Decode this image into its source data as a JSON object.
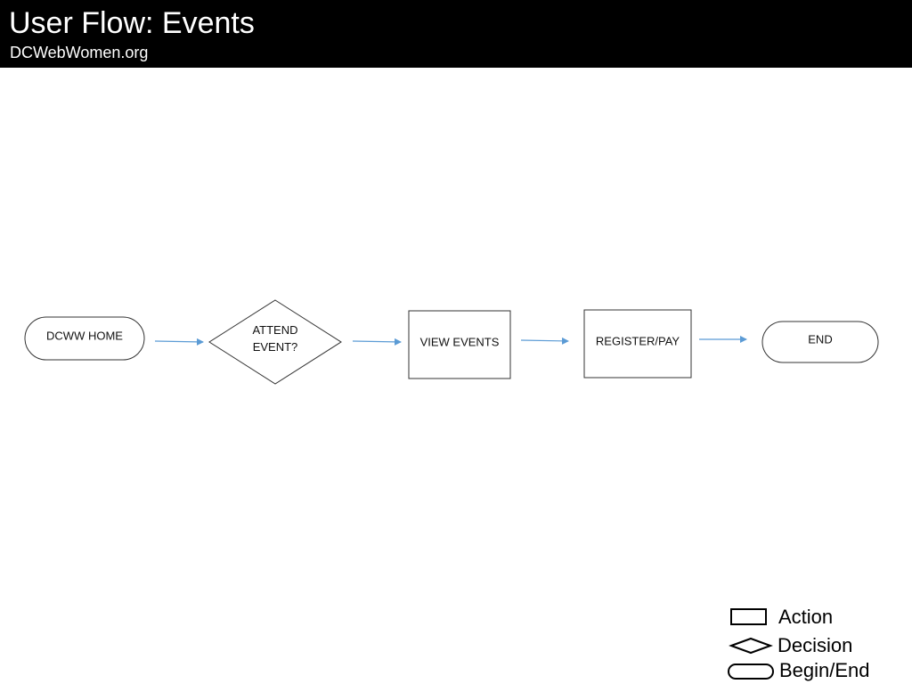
{
  "header": {
    "title": "User Flow: Events",
    "subtitle": "DCWebWomen.org"
  },
  "colors": {
    "header_bg": "#000000",
    "header_text": "#ffffff",
    "arrow": "#5b9bd5",
    "node_stroke": "#333333"
  },
  "flow": {
    "nodes": [
      {
        "id": "dcww-home",
        "type": "begin-end",
        "lines": [
          "DCWW HOME"
        ]
      },
      {
        "id": "attend-event",
        "type": "decision",
        "lines": [
          "ATTEND",
          "EVENT?"
        ]
      },
      {
        "id": "view-events",
        "type": "action",
        "lines": [
          "VIEW EVENTS"
        ]
      },
      {
        "id": "register-pay",
        "type": "action",
        "lines": [
          "REGISTER/PAY"
        ]
      },
      {
        "id": "end",
        "type": "begin-end",
        "lines": [
          "END"
        ]
      }
    ],
    "edges": [
      {
        "from": "dcww-home",
        "to": "attend-event"
      },
      {
        "from": "attend-event",
        "to": "view-events"
      },
      {
        "from": "view-events",
        "to": "register-pay"
      },
      {
        "from": "register-pay",
        "to": "end"
      }
    ]
  },
  "legend": {
    "items": [
      {
        "shape": "action",
        "label": "Action"
      },
      {
        "shape": "decision",
        "label": "Decision"
      },
      {
        "shape": "begin-end",
        "label": "Begin/End"
      }
    ]
  }
}
